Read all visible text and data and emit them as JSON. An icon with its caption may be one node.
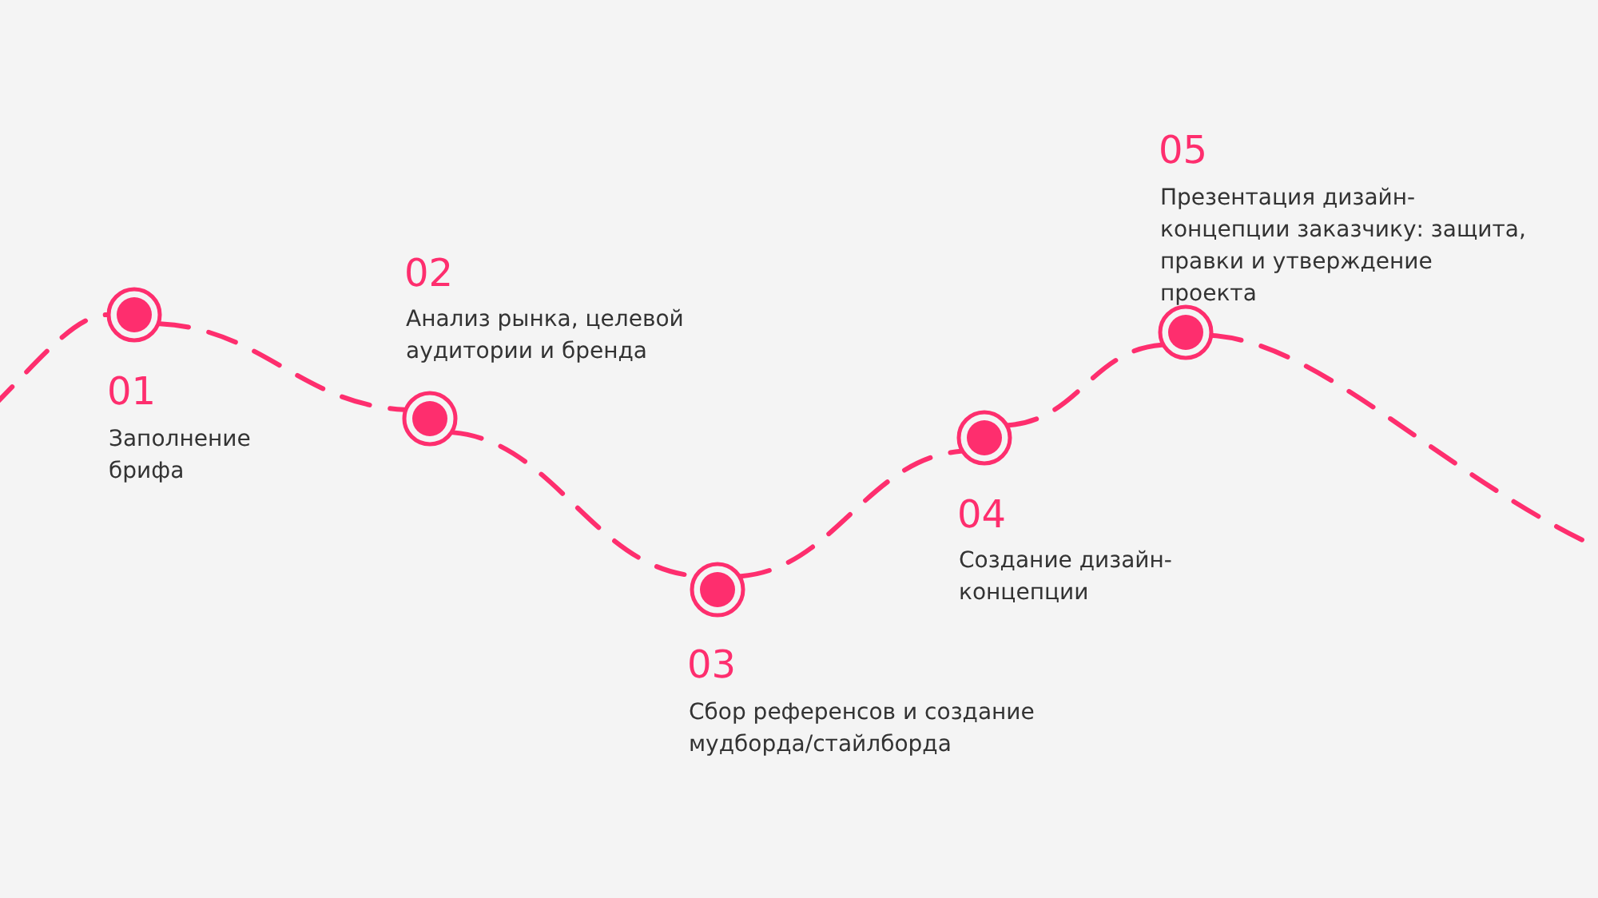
{
  "diagram": {
    "nodes": [
      {
        "text": [],
        "shape": "circle",
        "beside": [
          "01",
          "Заполнение брифа"
        ]
      },
      {
        "text": [],
        "shape": "circle",
        "beside": [
          "02",
          "Анализ рынка, целевой аудитории и бренда"
        ]
      },
      {
        "text": [],
        "shape": "circle",
        "beside": [
          "03",
          "Сбор референсов и создание мудборда/стайлборда"
        ]
      },
      {
        "text": [],
        "shape": "circle",
        "beside": [
          "04",
          "Создание дизайн-концепции"
        ]
      },
      {
        "text": [],
        "shape": "circle",
        "beside": [
          "05",
          "Презентация дизайн-концепции заказчику: защита, правки и утверждение проекта"
        ]
      }
    ],
    "edges": [
      {
        "from": null,
        "to": 0,
        "arrow": "none",
        "style": "dashed"
      },
      {
        "from": 0,
        "to": 1,
        "arrow": "none",
        "style": "dashed"
      },
      {
        "from": 1,
        "to": 2,
        "arrow": "none",
        "style": "dashed"
      },
      {
        "from": 2,
        "to": 3,
        "arrow": "none",
        "style": "dashed"
      },
      {
        "from": 3,
        "to": 4,
        "arrow": "none",
        "style": "dashed"
      },
      {
        "from": 4,
        "to": null,
        "arrow": "none",
        "style": "dashed"
      }
    ]
  }
}
